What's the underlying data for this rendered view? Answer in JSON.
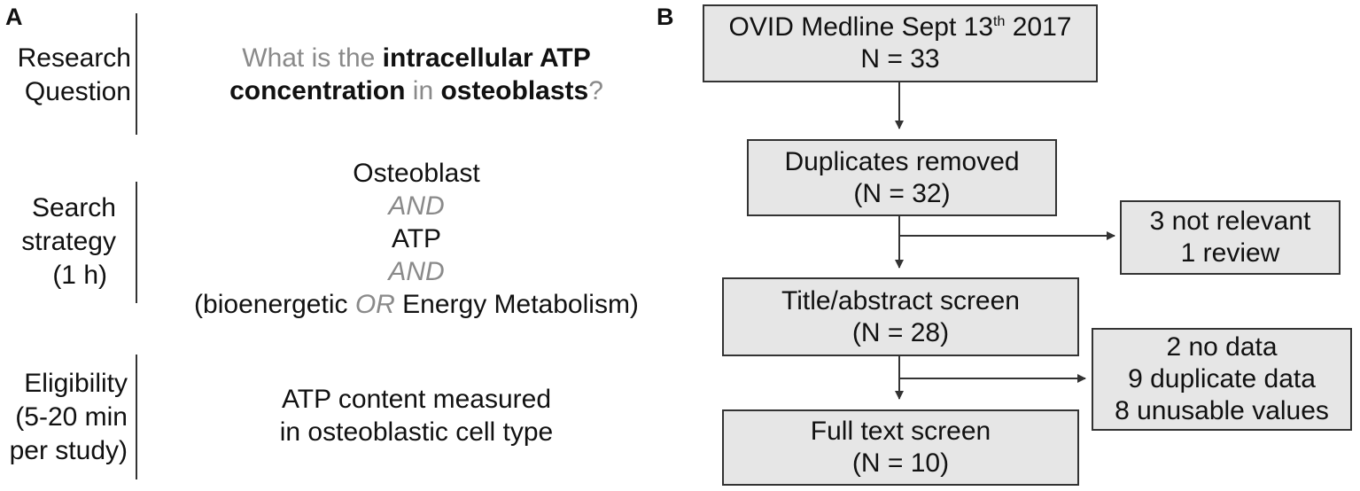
{
  "panel_a": {
    "letter": "A",
    "research_question": {
      "label_lines": [
        "Research",
        "Question"
      ],
      "q_part1": "What is the ",
      "q_bold1": "intracellular ATP",
      "q_bold2": "concentration",
      "q_part2": " in ",
      "q_bold3": "osteoblasts",
      "q_part3": "?"
    },
    "search_strategy": {
      "label_lines": [
        "Search",
        "strategy",
        "(1 h)"
      ],
      "term1": "Osteoblast",
      "op1": "AND",
      "term2": "ATP",
      "op2": "AND",
      "term3_open": "(bioenergetic ",
      "term3_op": "OR",
      "term3_close": " Energy Metabolism)"
    },
    "eligibility": {
      "label_lines": [
        "Eligibility",
        "(5-20 min",
        "per study)"
      ],
      "text_lines": [
        "ATP content measured",
        "in osteoblastic cell type"
      ]
    }
  },
  "panel_b": {
    "letter": "B",
    "boxes": {
      "medline_line1": "OVID Medline  Sept 13",
      "medline_sup": "th",
      "medline_year": " 2017",
      "medline_n": "N = 33",
      "duplicates_title": "Duplicates removed",
      "duplicates_n": "(N = 32)",
      "title_abstract_title": "Title/abstract screen",
      "title_abstract_n": "(N = 28)",
      "full_text_title": "Full text screen",
      "full_text_n": "(N = 10)"
    },
    "exclusions_1": [
      "3 not relevant",
      "1 review"
    ],
    "exclusions_2": [
      "2 no data",
      "9 duplicate data",
      "8 unusable values"
    ]
  },
  "colors": {
    "box_fill": "#e6e6e6",
    "border": "#333333",
    "gray_text": "#8a8a8a"
  }
}
